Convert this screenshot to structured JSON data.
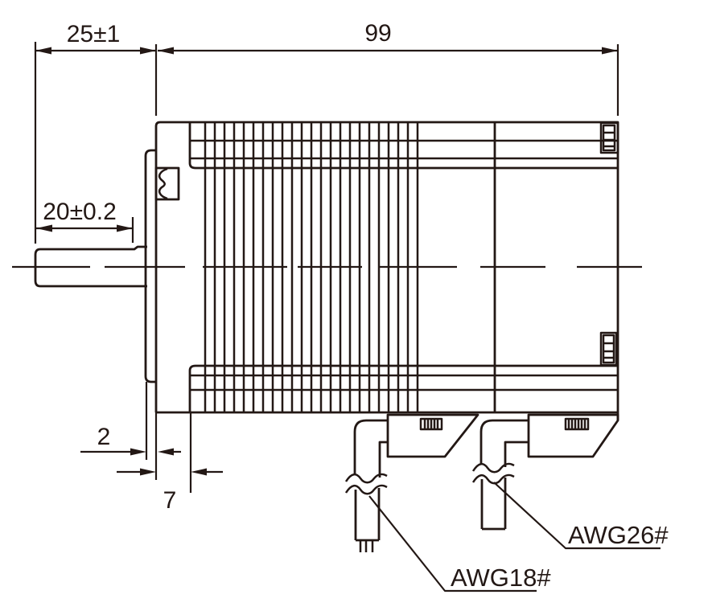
{
  "drawing": {
    "colors": {
      "background": "#ffffff",
      "line_color": "#231815"
    },
    "dimensions": {
      "shaft_length": "25±1",
      "body_length": "99",
      "shaft_flat_length": "20±0.2",
      "flange_thickness": "2",
      "front_plate_thickness": "7"
    },
    "wire_labels": {
      "awg18": "AWG18#",
      "awg26": "AWG26#"
    }
  }
}
